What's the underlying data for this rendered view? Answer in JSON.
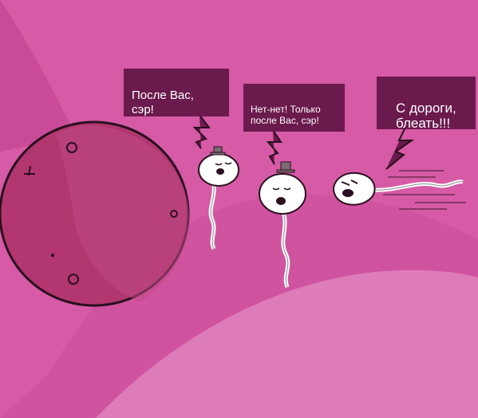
{
  "comic": {
    "bubbles": [
      {
        "text": "После Вас,\nсэр!"
      },
      {
        "text": "Нет-нет! Только\nпосле Вас, сэр!"
      },
      {
        "text": "С дороги,\nблеать!!!"
      }
    ]
  },
  "colors": {
    "background": "#d0539f",
    "background_light": "#de7cba",
    "egg_fill": "#b2366f",
    "egg_shadow": "#9c2a5f",
    "bubble_fill": "#6b1a4d",
    "sperm_fill": "#ffffff",
    "outline": "#2a1020"
  }
}
